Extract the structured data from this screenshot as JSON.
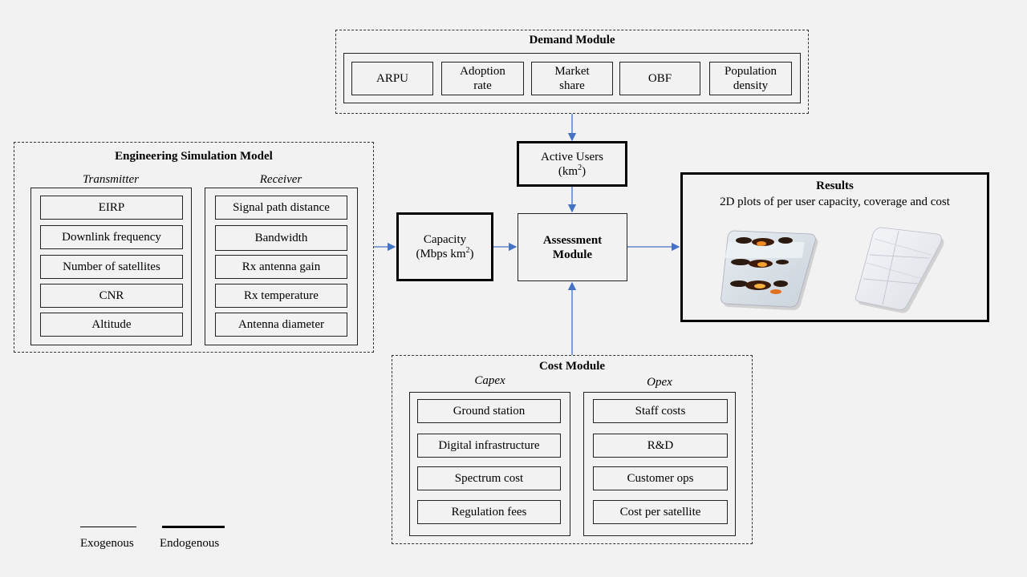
{
  "demand": {
    "title": "Demand Module",
    "items": [
      "ARPU",
      "Adoption rate",
      "Market share",
      "OBF",
      "Population density"
    ]
  },
  "engineering": {
    "title": "Engineering Simulation Model",
    "transmitter_label": "Transmitter",
    "receiver_label": "Receiver",
    "transmitter_items": [
      "EIRP",
      "Downlink frequency",
      "Number of satellites",
      "CNR",
      "Altitude"
    ],
    "receiver_items": [
      "Signal path distance",
      "Bandwidth",
      "Rx antenna gain",
      "Rx temperature",
      "Antenna diameter"
    ]
  },
  "active_users": {
    "line1": "Active Users",
    "unit_prefix": "(km",
    "unit_sup": "2",
    "unit_suffix": ")"
  },
  "capacity": {
    "line1": "Capacity",
    "unit_prefix": "(Mbps km",
    "unit_sup": "2",
    "unit_suffix": ")"
  },
  "assessment": {
    "line1": "Assessment",
    "line2": "Module"
  },
  "results": {
    "title": "Results",
    "subtitle": "2D plots of per user capacity, coverage and cost"
  },
  "cost": {
    "title": "Cost Module",
    "capex_label": "Capex",
    "opex_label": "Opex",
    "capex_items": [
      "Ground station",
      "Digital infrastructure",
      "Spectrum cost",
      "Regulation fees"
    ],
    "opex_items": [
      "Staff costs",
      "R&D",
      "Customer ops",
      "Cost per satellite"
    ]
  },
  "legend": {
    "exogenous": "Exogenous",
    "endogenous": "Endogenous"
  },
  "colors": {
    "arrow": "#4472c4",
    "background": "#f2f2f2"
  }
}
